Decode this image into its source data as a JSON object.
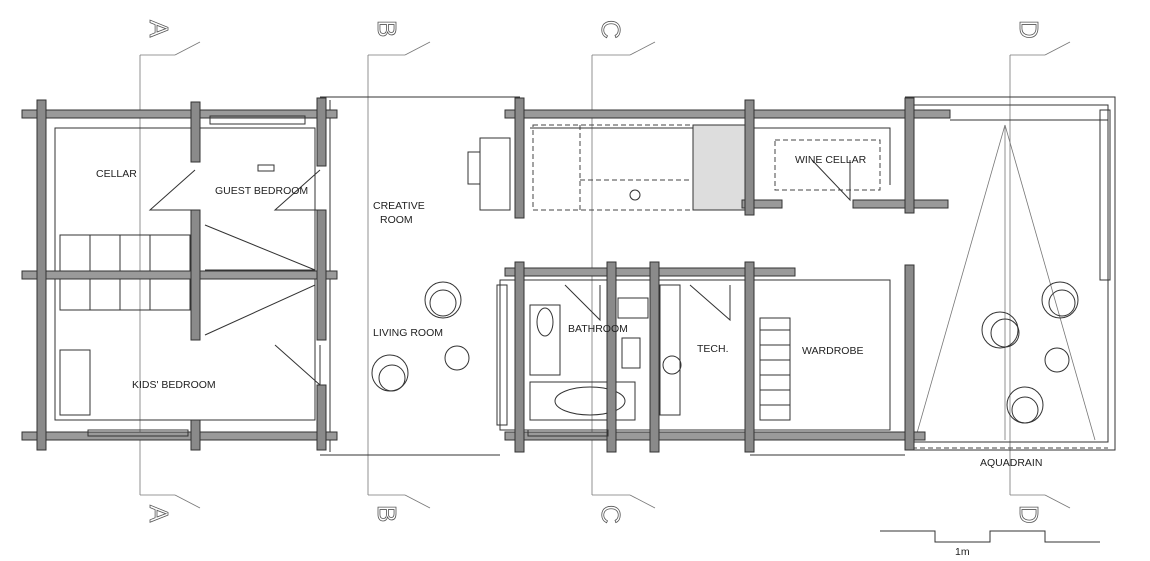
{
  "rooms": {
    "cellar": "CELLAR",
    "guest_bedroom": "GUEST BEDROOM",
    "creative_room_1": "CREATIVE",
    "creative_room_2": "ROOM",
    "wine_cellar": "WINE CELLAR",
    "living_room": "LIVING ROOM",
    "bathroom": "BATHROOM",
    "tech": "TECH.",
    "wardrobe": "WARDROBE",
    "kids_bedroom": "KIDS' BEDROOM",
    "aquadrain": "AQUADRAIN"
  },
  "sections": [
    "A",
    "B",
    "C",
    "D"
  ],
  "scale_bar": {
    "label": "1m"
  }
}
